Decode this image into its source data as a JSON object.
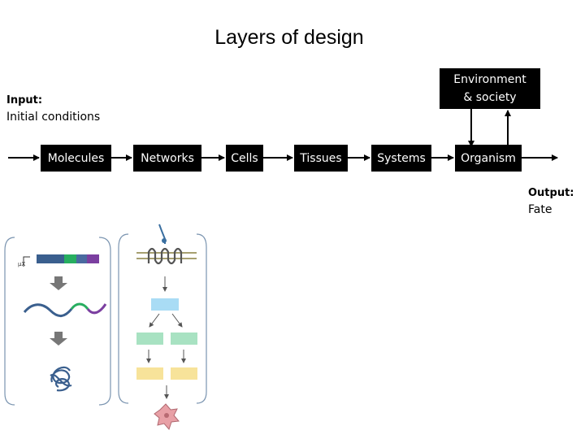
{
  "title": "Layers of design",
  "input": {
    "label": "Input:",
    "text": "Initial conditions"
  },
  "output": {
    "label": "Output:",
    "text": "Fate"
  },
  "environment": {
    "line1": "Environment",
    "line2": "& society"
  },
  "layers": [
    "Molecules",
    "Networks",
    "Cells",
    "Tissues",
    "Systems",
    "Organism"
  ],
  "colors": {
    "box": "#000000",
    "dna_blue": "#3a5f8e",
    "dna_green": "#27ae60",
    "dna_purple": "#7b3fa0",
    "network_blue": "#a9dcf5",
    "network_green": "#a8e2c2",
    "network_yellow": "#f7e39a",
    "panel_border": "#7a94b0"
  }
}
